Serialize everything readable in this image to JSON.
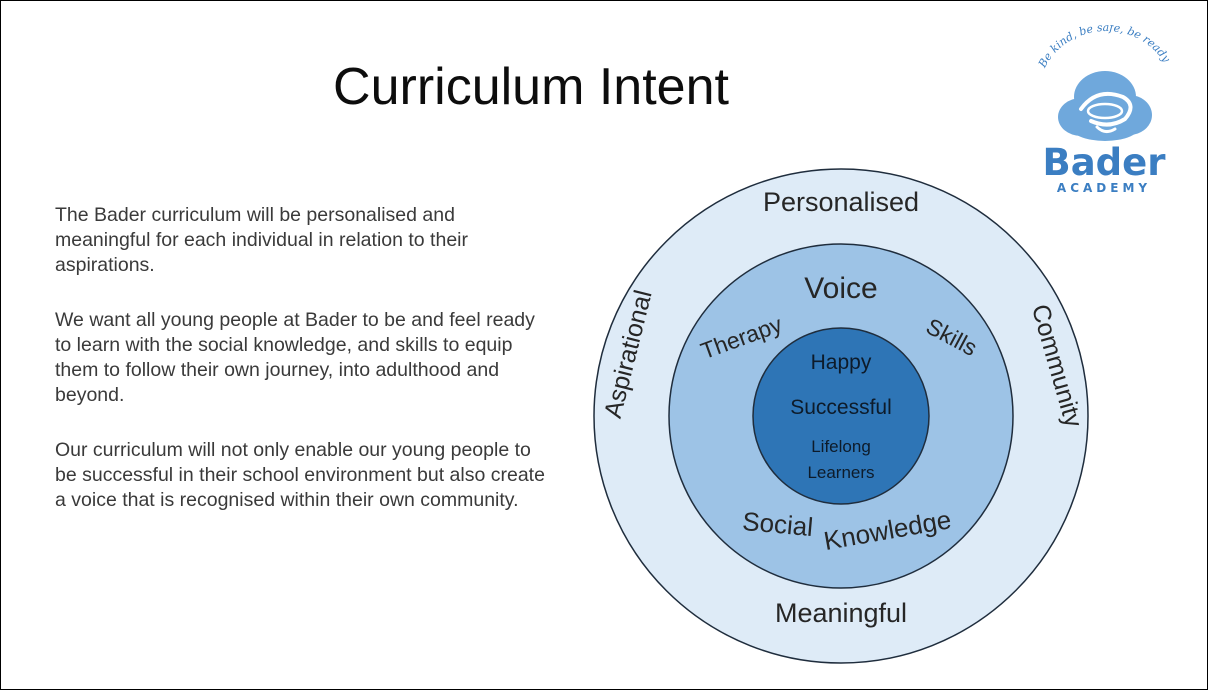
{
  "slide": {
    "title": "Curriculum Intent",
    "paragraphs": [
      "The Bader curriculum will be personalised and meaningful for each individual in relation to their aspirations.",
      "We want all young people at Bader to be and feel ready to learn with the social knowledge, and skills to equip them to follow their own journey, into adulthood and beyond.",
      "Our curriculum will not only enable our young people to be successful in their school environment but also create a voice that is recognised within their own community."
    ]
  },
  "logo": {
    "motto": "Be kind, be safe, be ready",
    "name": "Bader",
    "subtitle": "ACADEMY",
    "color": "#3b7ec2"
  },
  "diagram": {
    "outer_ring": {
      "labels": [
        "Personalised",
        "Aspirational",
        "Community",
        "Meaningful"
      ],
      "fill": "#deebf7"
    },
    "middle_ring": {
      "labels": [
        "Voice",
        "Therapy",
        "Skills",
        "Social",
        "Knowledge"
      ],
      "fill": "#9dc3e6"
    },
    "inner_circle": {
      "labels": [
        "Happy",
        "Successful",
        "Lifelong",
        "Learners"
      ],
      "fill": "#2e75b6"
    }
  }
}
